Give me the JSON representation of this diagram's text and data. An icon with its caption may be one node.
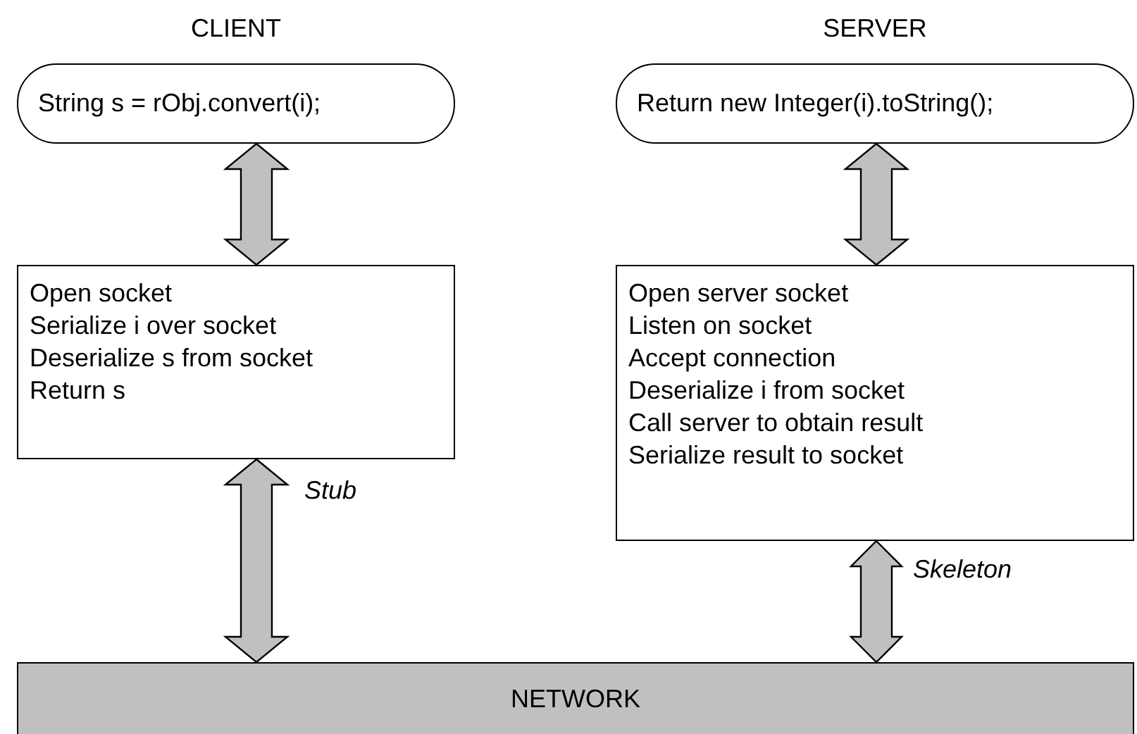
{
  "diagram": {
    "nodes": [
      {
        "text": [
          "CLIENT",
          "String s = rObj.convert(i);"
        ]
      },
      {
        "text": [
          "SERVER",
          "Return new Integer(i).toString();"
        ]
      },
      {
        "text": [
          "Open socket",
          "Serialize i over socket",
          "Deserialize s from socket",
          "Return s"
        ]
      },
      {
        "text": [
          "Open server socket",
          "Listen on socket",
          "Accept connection",
          "Deserialize i from socket",
          "Call server to obtain result",
          "Serialize result to socket"
        ]
      },
      {
        "text": [
          "NETWORK"
        ]
      }
    ],
    "edges": [
      {
        "from": 0,
        "to": 2,
        "arrow": "both"
      },
      {
        "from": 2,
        "to": 4,
        "arrow": "both",
        "label": "Stub"
      },
      {
        "from": 1,
        "to": 3,
        "arrow": "both"
      },
      {
        "from": 3,
        "to": 4,
        "arrow": "both",
        "label": "Skeleton"
      }
    ]
  }
}
